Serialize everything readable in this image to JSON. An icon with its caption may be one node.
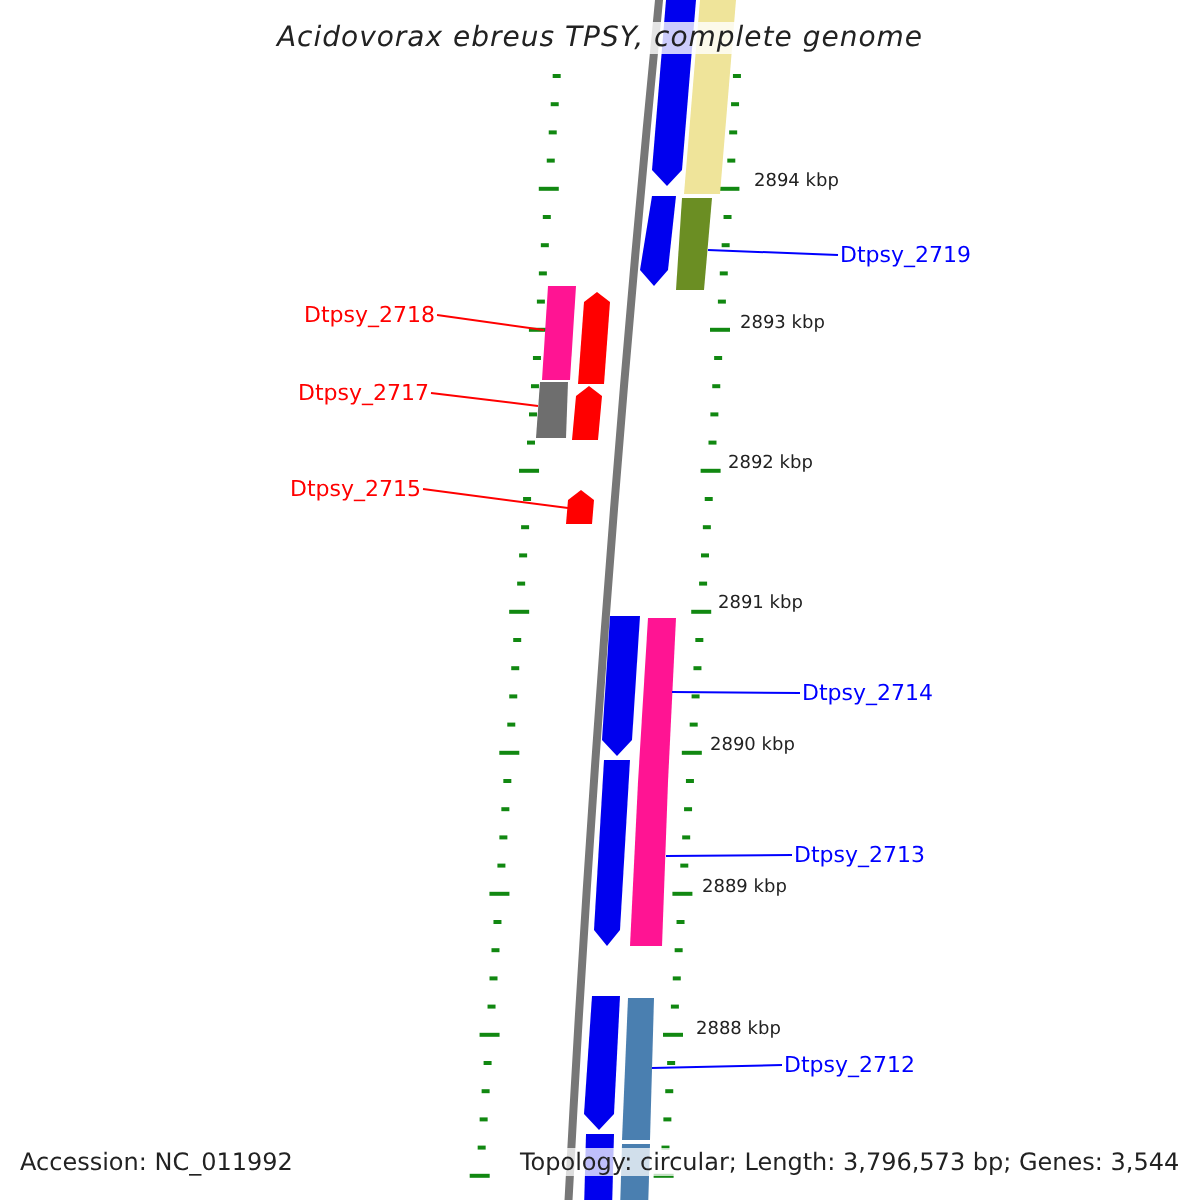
{
  "diagram": {
    "title": "Acidovorax ebreus TPSY, complete genome",
    "nodes": [
      {
        "text": [
          "Dtpsy_2719"
        ]
      },
      {
        "text": [],
        "shape": "bar"
      },
      {
        "text": [
          "Dtpsy_2718"
        ]
      },
      {
        "text": [],
        "shape": "bar"
      },
      {
        "text": [
          "Dtpsy_2717"
        ]
      },
      {
        "text": [],
        "shape": "bar"
      },
      {
        "text": [
          "Dtpsy_2715"
        ]
      },
      {
        "text": [],
        "shape": "arrow"
      },
      {
        "text": [
          "Dtpsy_2714"
        ]
      },
      {
        "text": [],
        "shape": "bar"
      },
      {
        "text": [
          "Dtpsy_2713"
        ]
      },
      {
        "text": [],
        "shape": "bar"
      },
      {
        "text": [
          "Dtpsy_2712"
        ]
      },
      {
        "text": [],
        "shape": "bar"
      },
      {
        "text": [],
        "shape": "arrow"
      },
      {
        "text": [],
        "shape": "bar"
      },
      {
        "text": [],
        "shape": "arrow"
      },
      {
        "text": [],
        "shape": "arrow"
      },
      {
        "text": [],
        "shape": "arrow"
      },
      {
        "text": [],
        "shape": "arrow"
      },
      {
        "text": [],
        "shape": "arrow"
      },
      {
        "text": [],
        "shape": "arrow"
      },
      {
        "text": [],
        "shape": "bar"
      },
      {
        "text": [],
        "shape": "bar"
      }
    ],
    "edges": [
      {
        "from": 0,
        "to": 1,
        "arrow": "none"
      },
      {
        "from": 2,
        "to": 3,
        "arrow": "none",
        "color": "#ff0000"
      },
      {
        "from": 4,
        "to": 5,
        "arrow": "none",
        "color": "#ff0000"
      },
      {
        "from": 6,
        "to": 7,
        "arrow": "none",
        "color": "#ff0000"
      },
      {
        "from": 8,
        "to": 9,
        "arrow": "none"
      },
      {
        "from": 10,
        "to": 11,
        "arrow": "none"
      },
      {
        "from": 12,
        "to": 13,
        "arrow": "none"
      }
    ],
    "labels": [
      "2894 kbp",
      "2893 kbp",
      "2892 kbp",
      "2891 kbp",
      "2890 kbp",
      "2889 kbp",
      "2888 kbp",
      "Accession: NC_011992",
      "Topology: circular; Length: 3,796,573 bp; Genes: 3,544"
    ]
  }
}
